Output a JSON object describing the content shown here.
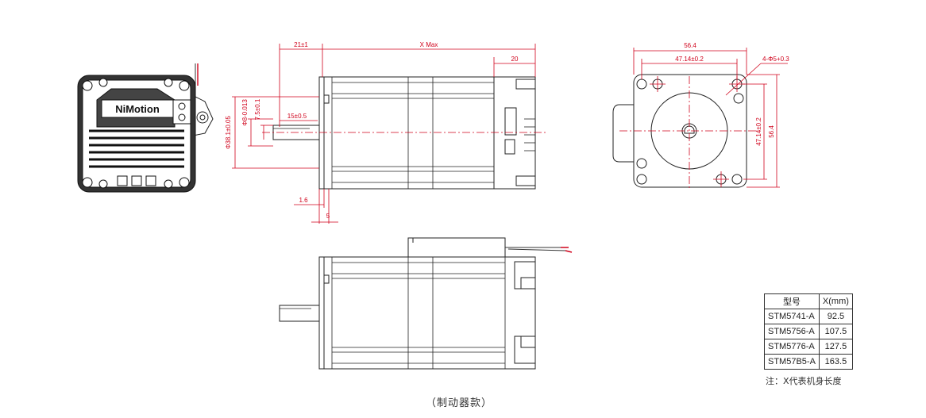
{
  "brand": {
    "logo_text": "NiMotion"
  },
  "dimensions": {
    "flange_offset": "21±1",
    "body_length": "X Max",
    "rear_connector": "20",
    "pilot_diameter": "Φ38.1±0.05",
    "shaft_diameter": "Φ8-0.013",
    "flat_height": "7.5±0.1",
    "shaft_flat_length": "15±0.5",
    "flange_thickness": "1.6",
    "boss_length": "5",
    "square_size": "56.4",
    "hole_spacing_h": "47.14±0.2",
    "hole_spacing_v": "47.14±0.2",
    "side_height": "56.4",
    "mount_holes": "4-Φ5+0.3"
  },
  "spec_table": {
    "headers": [
      "型号",
      "X(mm)"
    ],
    "rows": [
      {
        "model": "STM5741-A",
        "x": "92.5"
      },
      {
        "model": "STM5756-A",
        "x": "107.5"
      },
      {
        "model": "STM5776-A",
        "x": "127.5"
      },
      {
        "model": "STM57B5-A",
        "x": "163.5"
      }
    ],
    "note": "注：X代表机身长度"
  },
  "caption": "（制动器款）",
  "colors": {
    "dimension_red": "#d0021b",
    "outline": "#222222"
  }
}
